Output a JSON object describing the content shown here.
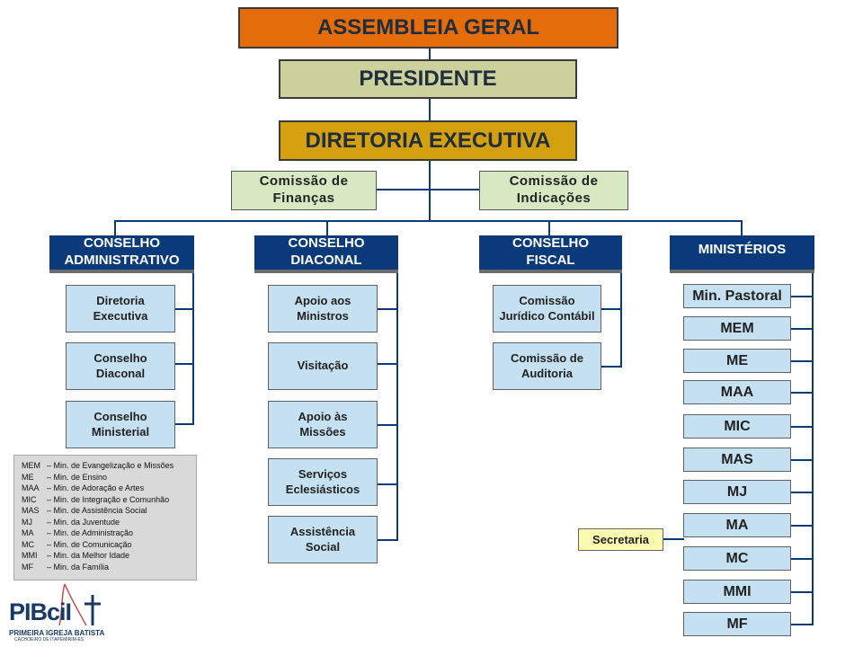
{
  "top": {
    "assembleia": "ASSEMBLEIA GERAL",
    "presidente": "PRESIDENTE",
    "diretoria": "DIRETORIA EXECUTIVA"
  },
  "commissions": {
    "financas": [
      "Comissão de",
      "Finanças"
    ],
    "indicacoes": [
      "Comissão de",
      "Indicações"
    ]
  },
  "groups": {
    "administrativo": {
      "title": [
        "CONSELHO",
        "ADMINISTRATIVO"
      ],
      "items": [
        [
          "Diretoria",
          "Executiva"
        ],
        [
          "Conselho",
          "Diaconal"
        ],
        [
          "Conselho",
          "Ministerial"
        ]
      ]
    },
    "diaconal": {
      "title": [
        "CONSELHO",
        "DIACONAL"
      ],
      "items": [
        [
          "Apoio aos",
          "Ministros"
        ],
        [
          "Visitação"
        ],
        [
          "Apoio às",
          "Missões"
        ],
        [
          "Serviços",
          "Eclesiásticos"
        ],
        [
          "Assistência",
          "Social"
        ]
      ]
    },
    "fiscal": {
      "title": [
        "CONSELHO",
        "FISCAL"
      ],
      "items": [
        [
          "Comissão",
          "Jurídico Contábil"
        ],
        [
          "Comissão de",
          "Auditoria"
        ]
      ]
    },
    "ministerios": {
      "title": [
        "MINISTÉRIOS"
      ],
      "items": [
        "Min. Pastoral",
        "MEM",
        "ME",
        "MAA",
        "MIC",
        "MAS",
        "MJ",
        "MA",
        "MC",
        "MMI",
        "MF"
      ]
    }
  },
  "secretaria": "Secretaria",
  "legend": [
    {
      "abbr": "MEM",
      "text": "– Min. de Evangelização e Missões"
    },
    {
      "abbr": "ME",
      "text": "– Min. de Ensino"
    },
    {
      "abbr": "MAA",
      "text": "– Min. de Adoração e Artes"
    },
    {
      "abbr": "MIC",
      "text": "– Min. de Integração e Comunhão"
    },
    {
      "abbr": "MAS",
      "text": "– Min. de Assistência Social"
    },
    {
      "abbr": "MJ",
      "text": "– Min. da Juventude"
    },
    {
      "abbr": "MA",
      "text": "– Min. de Administração"
    },
    {
      "abbr": "MC",
      "text": "– Min. de Comunicação"
    },
    {
      "abbr": "MMI",
      "text": "– Min. da Melhor Idade"
    },
    {
      "abbr": "MF",
      "text": "– Min. da Família"
    }
  ],
  "logo": {
    "main": "PIBciI",
    "line1": "PRIMEIRA IGREJA BATISTA",
    "line2": "CACHOEIRO DE ITAPEMIRIM-ES"
  },
  "colors": {
    "assembleia": "#e46c0a",
    "presidente": "#ccd09a",
    "diretoria": "#d4a010",
    "header": "#0a3a7a",
    "line": "#0a3a7a"
  }
}
